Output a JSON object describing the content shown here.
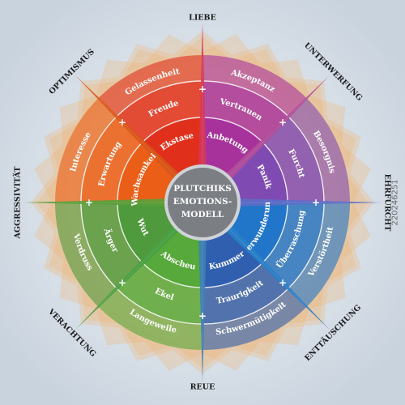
{
  "title_lines": [
    "PLUTCHIKS",
    "EMOTIONS-",
    "MODELL"
  ],
  "plus_symbol": "+",
  "stock_id": "220246251",
  "outer_dyads": [
    {
      "text": "LIEBE"
    },
    {
      "text": "UNTERWERFUNG"
    },
    {
      "text": "EHRFURCHT"
    },
    {
      "text": "ENTTÄUSCHUNG"
    },
    {
      "text": "REUE"
    },
    {
      "text": "VERACHTUNG"
    },
    {
      "text": "AGGRESSIVITÄT"
    },
    {
      "text": "OPTIMISMUS"
    }
  ],
  "petals": [
    {
      "color": "#e0301c",
      "inner": "Ekstase",
      "middle": "Freude",
      "outer": "Gelassenheit"
    },
    {
      "color": "#a8329c",
      "inner": "Anbetung",
      "middle": "Vertrauen",
      "outer": "Akzeptanz"
    },
    {
      "color": "#7f4bb3",
      "inner": "Panik",
      "middle": "Furcht",
      "outer": "Besorgnis"
    },
    {
      "color": "#2276c9",
      "inner": "Verwunderung",
      "middle": "Überraschung",
      "outer": "Verstörtheit"
    },
    {
      "color": "#2f5fae",
      "inner": "Kummer",
      "middle": "Traurigkeit",
      "outer": "Schwermütigkeit"
    },
    {
      "color": "#56a93a",
      "inner": "Abscheu",
      "middle": "Ekel",
      "outer": "Langeweile"
    },
    {
      "color": "#4f9a3c",
      "inner": "Wut",
      "middle": "Ärger",
      "outer": "Verdruss"
    },
    {
      "color": "#eb5e18",
      "inner": "Wachsamkeit",
      "middle": "Erwartung",
      "outer": "Interesse"
    }
  ],
  "colors": {
    "background": "#dfe6ee",
    "halo": "#f2b56e",
    "center": "#7b7f84",
    "divider": "#ffffff"
  }
}
